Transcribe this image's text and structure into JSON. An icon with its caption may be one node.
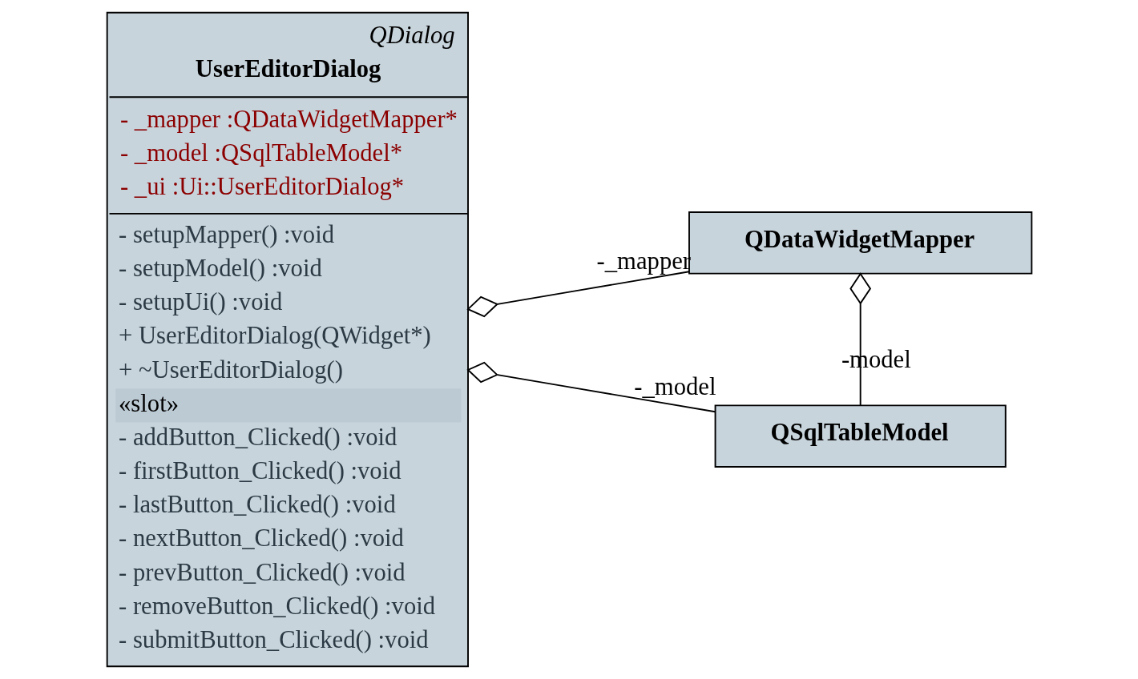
{
  "diagram": {
    "nodes": [
      {
        "text": [
          "QDialog",
          "UserEditorDialog",
          "- _mapper :QDataWidgetMapper*",
          "- _model :QSqlTableModel*",
          "- _ui :Ui::UserEditorDialog*",
          "- setupMapper() :void",
          "- setupModel() :void",
          "- setupUi() :void",
          "+ UserEditorDialog(QWidget*)",
          "+ ~UserEditorDialog()",
          "«slot»",
          "- addButton_Clicked() :void",
          "- firstButton_Clicked() :void",
          "- lastButton_Clicked() :void",
          "- nextButton_Clicked() :void",
          "- prevButton_Clicked() :void",
          "- removeButton_Clicked() :void",
          "- submitButton_Clicked() :void"
        ]
      },
      {
        "text": [
          "QDataWidgetMapper"
        ]
      },
      {
        "text": [
          "QSqlTableModel"
        ]
      }
    ],
    "edges": [
      {
        "from": 1,
        "to": 0,
        "arrow": "other",
        "label": "-_mapper"
      },
      {
        "from": 2,
        "to": 0,
        "arrow": "other",
        "label": "-_model"
      },
      {
        "from": 2,
        "to": 1,
        "arrow": "other",
        "label": "-model"
      }
    ]
  }
}
